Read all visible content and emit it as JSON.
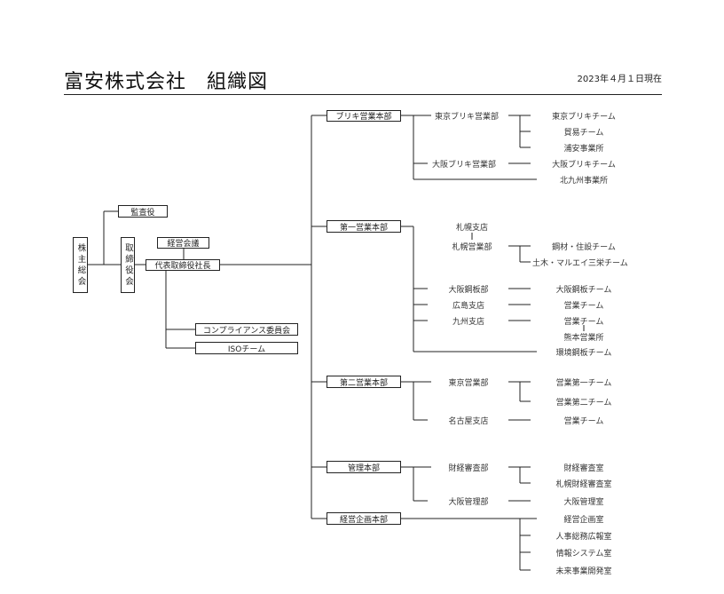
{
  "header": {
    "title": "富安株式会社　組織図",
    "date": "2023年４月１日現在"
  },
  "top": {
    "shareholders": "株主総会",
    "auditor": "監査役",
    "board": "取締役会",
    "management_meeting": "経営会議",
    "president": "代表取締役社長",
    "compliance": "コンプライアンス委員会",
    "iso": "ISOチーム"
  },
  "divisions": {
    "tinplate": {
      "name": "ブリキ営業本部",
      "tokyo_dept": "東京ブリキ営業部",
      "tokyo_team": "東京ブリキチーム",
      "trade_team": "貿易チーム",
      "urayasu": "浦安事業所",
      "osaka_dept": "大阪ブリキ営業部",
      "osaka_team": "大阪ブリキチーム",
      "kitakyushu": "北九州事業所"
    },
    "first": {
      "name": "第一営業本部",
      "sapporo_branch": "札幌支店",
      "sapporo_dept": "札幌営業部",
      "steel_team": "鋼材・住設チーム",
      "civil_team": "土木・マルエイ三栄チーム",
      "osaka_plate_dept": "大阪鋼板部",
      "osaka_plate_team": "大阪鋼板チーム",
      "hiroshima": "広島支店",
      "hiroshima_team": "営業チーム",
      "kyushu": "九州支店",
      "kyushu_team": "営業チーム",
      "kumamoto": "熊本営業所",
      "env_team": "環境鋼板チーム"
    },
    "second": {
      "name": "第二営業本部",
      "tokyo_dept": "東京営業部",
      "team1": "営業第一チーム",
      "team2": "営業第二チーム",
      "nagoya": "名古屋支店",
      "nagoya_team": "営業チーム"
    },
    "admin": {
      "name": "管理本部",
      "finance_dept": "財経審査部",
      "finance_room": "財経審査室",
      "sapporo_finance": "札幌財経審査室",
      "osaka_admin_dept": "大阪管理部",
      "osaka_admin_room": "大阪管理室"
    },
    "planning": {
      "name": "経営企画本部",
      "planning_room": "経営企画室",
      "hr_room": "人事総務広報室",
      "it_room": "情報システム室",
      "future_room": "未来事業開発室"
    }
  }
}
